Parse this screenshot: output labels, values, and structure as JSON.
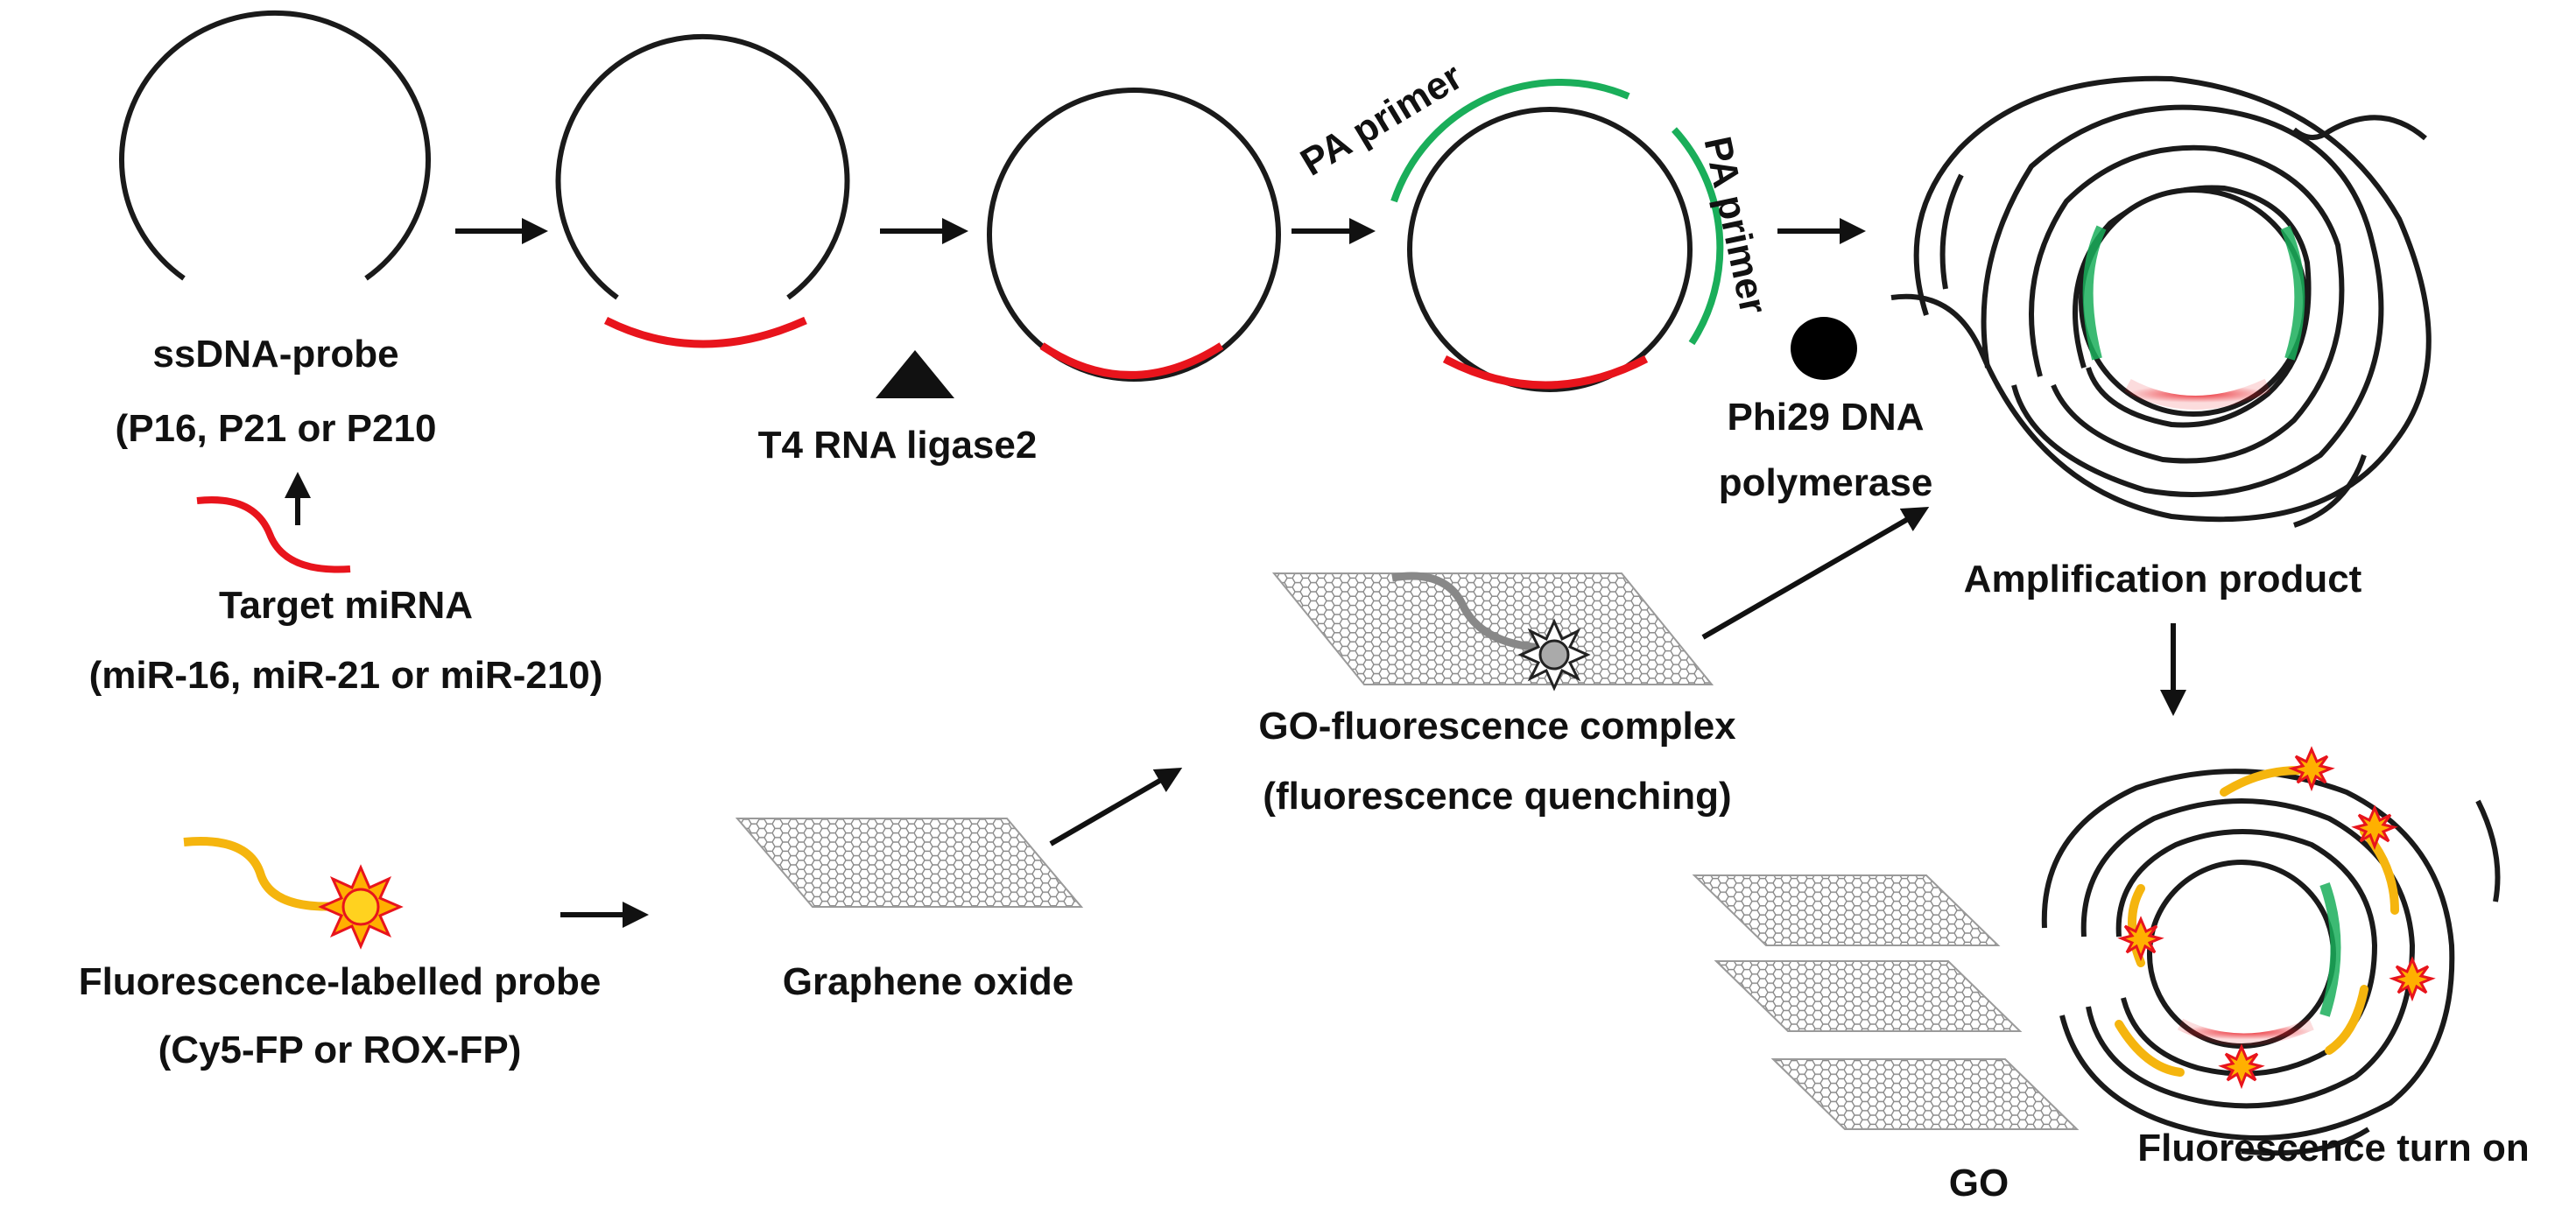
{
  "labels": {
    "ssdna_probe": "ssDNA-probe",
    "ssdna_probe_variants": "(P16, P21 or P210",
    "target_mirna": "Target miRNA",
    "target_mirna_variants": "(miR-16, miR-21 or miR-210)",
    "ligase": "T4 RNA ligase2",
    "pa_primer_1": "PA primer",
    "pa_primer_2": "PA primer",
    "polymerase_line1": "Phi29 DNA",
    "polymerase_line2": "polymerase",
    "amplification_product": "Amplification product",
    "go_complex_line1": "GO-fluorescence complex",
    "go_complex_line2": "(fluorescence quenching)",
    "fluor_probe_line1": "Fluorescence-labelled probe",
    "fluor_probe_line2": "(Cy5-FP or ROX-FP)",
    "graphene_oxide": "Graphene oxide",
    "go": "GO",
    "fluorescence_turn_on": "Fluorescence turn on"
  },
  "colors": {
    "strand": "#1a1a1a",
    "target_mirna": "#e8141c",
    "primer": "#1aae5a",
    "fluor_probe": "#f5b50e",
    "fluorophore_fill": "#ffd21f",
    "fluorophore_edge": "#e8141c",
    "graphene": "#9a9a9a"
  }
}
